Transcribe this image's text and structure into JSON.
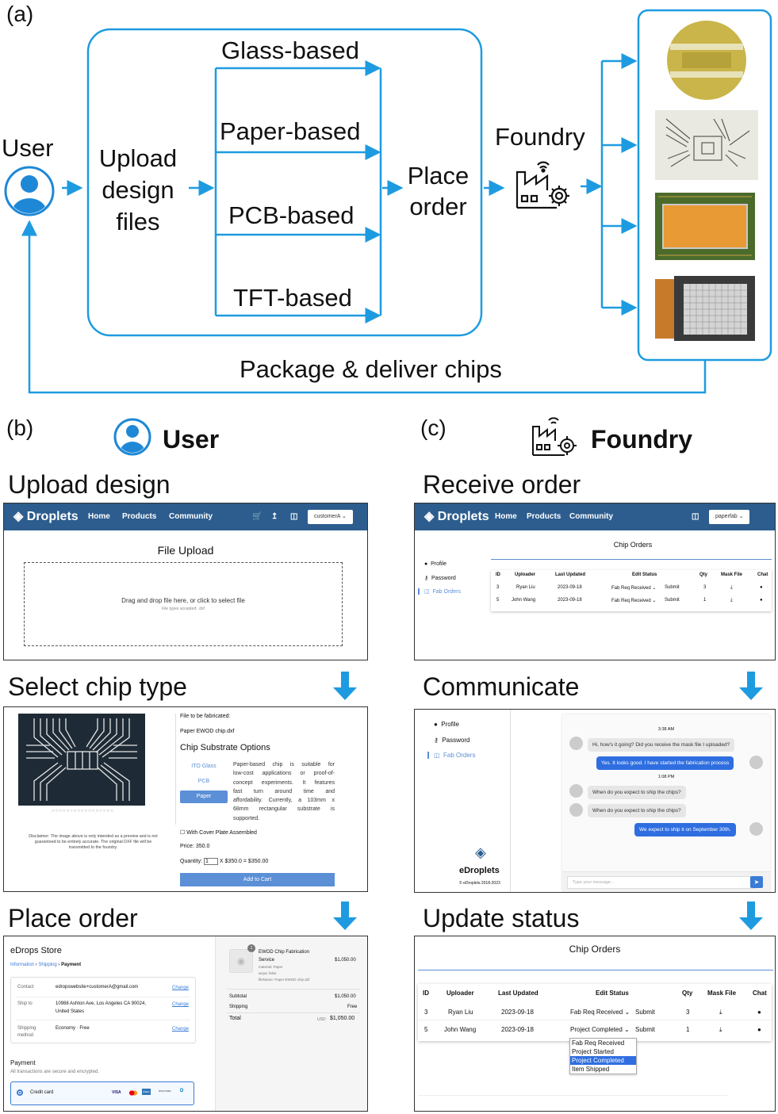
{
  "panel_a": {
    "label": "(a)",
    "user_label": "User",
    "upload_label": [
      "Upload",
      "design",
      "files"
    ],
    "chip_types": [
      "Glass-based",
      "Paper-based",
      "PCB-based",
      "TFT-based"
    ],
    "place_order_label": [
      "Place",
      "order"
    ],
    "foundry_label": "Foundry",
    "deliver_label": "Package & deliver chips"
  },
  "panel_b": {
    "label": "(b)",
    "role": "User",
    "upload": {
      "heading": "Upload design",
      "nav": {
        "logo": "Droplets",
        "links": [
          "Home",
          "Products",
          "Community"
        ],
        "account": "customerA"
      },
      "title": "File Upload",
      "drop_text": "Drag and drop file here, or click to select file",
      "drop_hint": "File types accepted: .dxf"
    },
    "select": {
      "heading": "Select chip type",
      "file_label": "File to be fabricated:",
      "file_name": "Paper EWOD chip.dxf",
      "options_title": "Chip Substrate Options",
      "options": [
        "ITO Glass",
        "PCB",
        "Paper"
      ],
      "description": [
        "Paper-based chip is suitable for",
        "low-cost applications or proof-of-",
        "concept experiments. It features",
        "fast turn around time and",
        "affordability. Currently, a 103mm x",
        "68mm rectangular substrate is",
        "supported."
      ],
      "disclaimer": [
        "Disclaimer: The image above is only intended as a preview and is not",
        "guaranteed to be entirely accurate. The original DXF file will be",
        "transmitted to the foundry."
      ],
      "cover_plate": "With Cover Plate Assembled",
      "price": "Price: 350.0",
      "quantity_label": "Quantity:",
      "quantity_value": "1",
      "quantity_calc": "X $350.0 = $350.00",
      "add_to_cart": "Add to Cart"
    },
    "order": {
      "heading": "Place order",
      "store": "eDrops Store",
      "breadcrumb": [
        "Information",
        "Shipping",
        "Payment"
      ],
      "rows": [
        {
          "label": "Contact",
          "value": "edropswebsite+customerA@gmail.com",
          "action": "Change"
        },
        {
          "label": "Ship to",
          "value": "10988 Ashton Ave, Los Angeles CA 90024,",
          "value2": "United States",
          "action": "Change"
        },
        {
          "label": "Shipping",
          "label2": "method",
          "value": "Economy · Free",
          "action": "Change"
        }
      ],
      "payment_title": "Payment",
      "payment_sub": "All transactions are secure and encrypted.",
      "payment_method": "Credit card",
      "card_brands": [
        "VISA",
        "MC",
        "AMEX",
        "DISCOVER",
        "D"
      ],
      "item_badge": "1",
      "item_name": "EWOD Chip Fabrication",
      "item_name2": "Service",
      "item_meta": [
        "material: Paper",
        "wcpa: false",
        "fileName: Paper EWOD chip.dxf"
      ],
      "item_price": "$1,050.00",
      "subtotal_label": "Subtotal",
      "subtotal": "$1,050.00",
      "shipping_label": "Shipping",
      "shipping": "Free",
      "total_label": "Total",
      "currency": "USD",
      "total": "$1,050.00"
    }
  },
  "panel_c": {
    "label": "(c)",
    "role": "Foundry",
    "receive": {
      "heading": "Receive order",
      "nav": {
        "logo": "Droplets",
        "links": [
          "Home",
          "Products",
          "Community"
        ],
        "account": "paperfab"
      },
      "title": "Chip Orders",
      "sidebar": [
        "Profile",
        "Password",
        "Fab Orders"
      ],
      "columns": [
        "ID",
        "Uploader",
        "Last Updated",
        "Edit Status",
        "Qty",
        "Mask File",
        "Chat"
      ],
      "rows": [
        {
          "id": "3",
          "uploader": "Ryan Liu",
          "updated": "2023-09-18",
          "status": "Fab Req Received",
          "action": "Submit",
          "qty": "3"
        },
        {
          "id": "5",
          "uploader": "John Wang",
          "updated": "2023-09-18",
          "status": "Fab Req Received",
          "action": "Submit",
          "qty": "1"
        }
      ]
    },
    "communicate": {
      "heading": "Communicate",
      "sidebar": [
        "Profile",
        "Password",
        "Fab Orders"
      ],
      "brand": "eDroplets",
      "copyright": "© eDroplets 2018-2023",
      "time1": "3:38 AM",
      "time2": "1:08 PM",
      "messages": [
        {
          "side": "left",
          "text": "Hi, how's it going? Did you receive the mask file I uploaded?"
        },
        {
          "side": "right",
          "text": "Yes. It looks good. I have started the fabrication process"
        },
        {
          "side": "left",
          "text": "When do you expect to ship the chips?"
        },
        {
          "side": "left",
          "text": "When do you expect to ship the chips?"
        },
        {
          "side": "right",
          "text": "We expect to ship it on September 30th."
        }
      ],
      "input_placeholder": "Type your message..."
    },
    "update": {
      "heading": "Update status",
      "title": "Chip Orders",
      "columns": [
        "ID",
        "Uploader",
        "Last Updated",
        "Edit Status",
        "Qty",
        "Mask File",
        "Chat"
      ],
      "rows": [
        {
          "id": "3",
          "uploader": "Ryan Liu",
          "updated": "2023-09-18",
          "status": "Fab Req Received",
          "action": "Submit",
          "qty": "3"
        },
        {
          "id": "5",
          "uploader": "John Wang",
          "updated": "2023-09-18",
          "status": "Project Completed",
          "action": "Submit",
          "qty": "1"
        }
      ],
      "dropdown": [
        "Fab Req Received",
        "Project Started",
        "Project Completed",
        "Item Shipped"
      ],
      "dropdown_selected": "Project Completed"
    }
  },
  "colors": {
    "accent": "#1e9be0",
    "nav": "#2d5d8e",
    "button": "#5b8fd6",
    "chat_blue": "#2f6ee0"
  }
}
